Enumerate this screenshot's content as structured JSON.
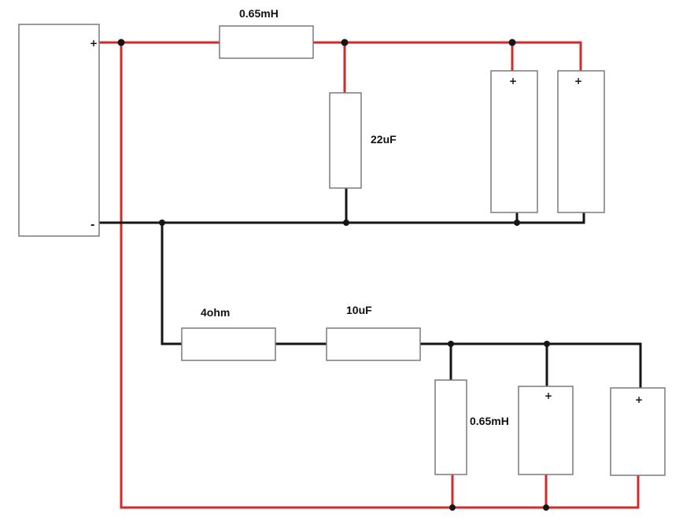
{
  "colors": {
    "positive_wire": "#d42a2a",
    "negative_wire": "#151515",
    "component_border": "#7a7a7a",
    "background": "#ffffff"
  },
  "source": {
    "plus": "+",
    "minus": "-"
  },
  "tweeter_section": {
    "inductor_label": "0.65mH",
    "capacitor_label": "22uF",
    "speaker_1_plus": "+",
    "speaker_2_plus": "+"
  },
  "woofer_section": {
    "resistor_label": "4ohm",
    "capacitor_label": "10uF",
    "inductor_label": "0.65mH",
    "speaker_1_plus": "+",
    "speaker_2_plus": "+"
  }
}
